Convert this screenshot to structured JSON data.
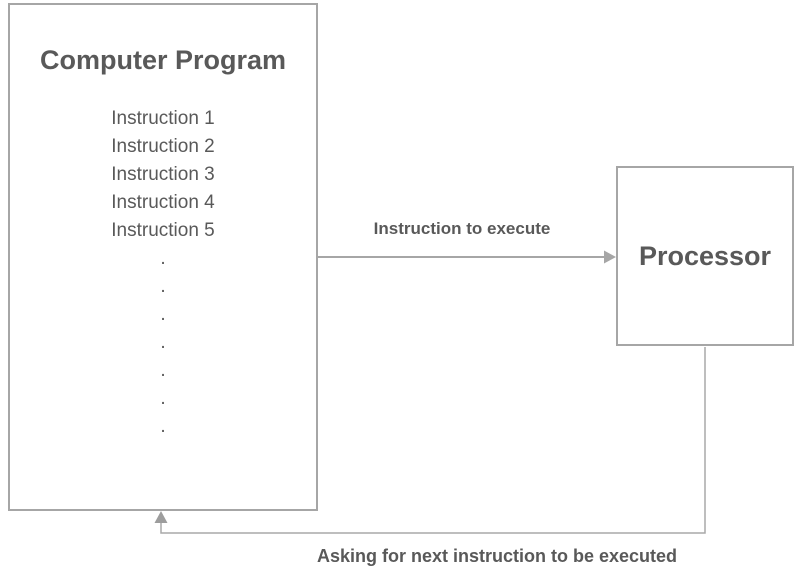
{
  "program_box": {
    "title": "Computer Program",
    "instructions": [
      "Instruction 1",
      "Instruction 2",
      "Instruction 3",
      "Instruction 4",
      "Instruction 5"
    ],
    "dots": [
      ".",
      ".",
      ".",
      ".",
      ".",
      ".",
      "."
    ]
  },
  "processor_box": {
    "title": "Processor"
  },
  "arrows": {
    "to_processor": {
      "label": "Instruction to execute",
      "direction": "program-to-processor"
    },
    "feedback": {
      "label": "Asking for next instruction to be executed",
      "direction": "processor-to-program"
    }
  },
  "colors": {
    "box_border": "#a6a6a6",
    "connector": "#a9a9a9",
    "text": "#595959",
    "background": "#ffffff"
  }
}
